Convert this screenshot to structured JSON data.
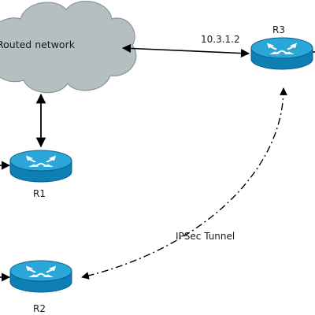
{
  "diagram": {
    "cloud": {
      "label": "Routed network",
      "fill": "#b5bfc2",
      "stroke": "#8a9699"
    },
    "routers": [
      {
        "id": "R1",
        "label": "R1"
      },
      {
        "id": "R2",
        "label": "R2"
      },
      {
        "id": "R3",
        "label": "R3",
        "address": "10.3.1.2"
      }
    ],
    "tunnel": {
      "label": "IPSec Tunnel"
    },
    "colors": {
      "router_top": "#2aa7d8",
      "router_side": "#0d7fb5",
      "router_stroke": "#0a5f8a",
      "router_arrows": "#ffffff",
      "link": "#000000"
    }
  }
}
